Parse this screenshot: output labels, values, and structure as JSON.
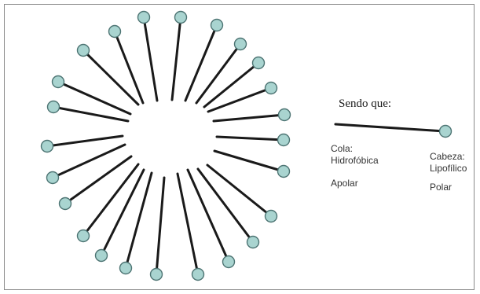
{
  "legend": {
    "heading": "Sendo que:",
    "tail": {
      "lines": [
        "Cola:",
        "Hidrofóbica"
      ],
      "extra": "Apolar"
    },
    "head": {
      "lines": [
        "Cabeza:",
        "Lipofílico"
      ],
      "extra": "Polar"
    }
  },
  "colors": {
    "border": "#8a8a8a",
    "tail_line": "#1a1a1a",
    "head_fill": "#a9d4d0",
    "head_stroke": "#4d7473"
  }
}
